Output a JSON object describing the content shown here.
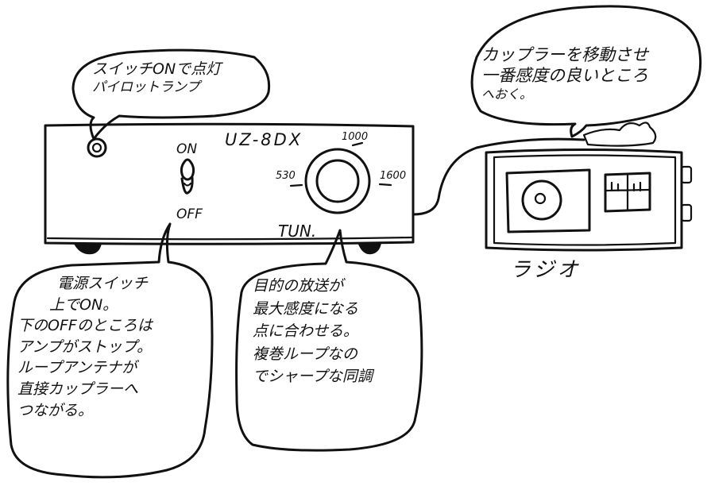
{
  "device": {
    "model": "UZ-8DX",
    "switch_on_label": "ON",
    "switch_off_label": "OFF",
    "tuning_label": "TUN.",
    "dial_ticks": [
      "530",
      "1000",
      "1600"
    ]
  },
  "radio": {
    "label": "ラジオ"
  },
  "notes": {
    "pilot_lamp": [
      "スイッチONで点灯",
      "パイロットランプ"
    ],
    "coupler": [
      "カップラーを移動させ",
      "一番感度の良いところ",
      "へおく。"
    ],
    "power_switch": [
      "電源スイッチ",
      "上でON。",
      "下のOFFのところは",
      "アンプがストップ。",
      "ループアンテナが",
      "直接カップラーへ",
      "つながる。"
    ],
    "tuning": [
      "目的の放送が",
      "最大感度になる",
      "点に合わせる。",
      "複巻ループなの",
      "でシャープな同調"
    ]
  }
}
